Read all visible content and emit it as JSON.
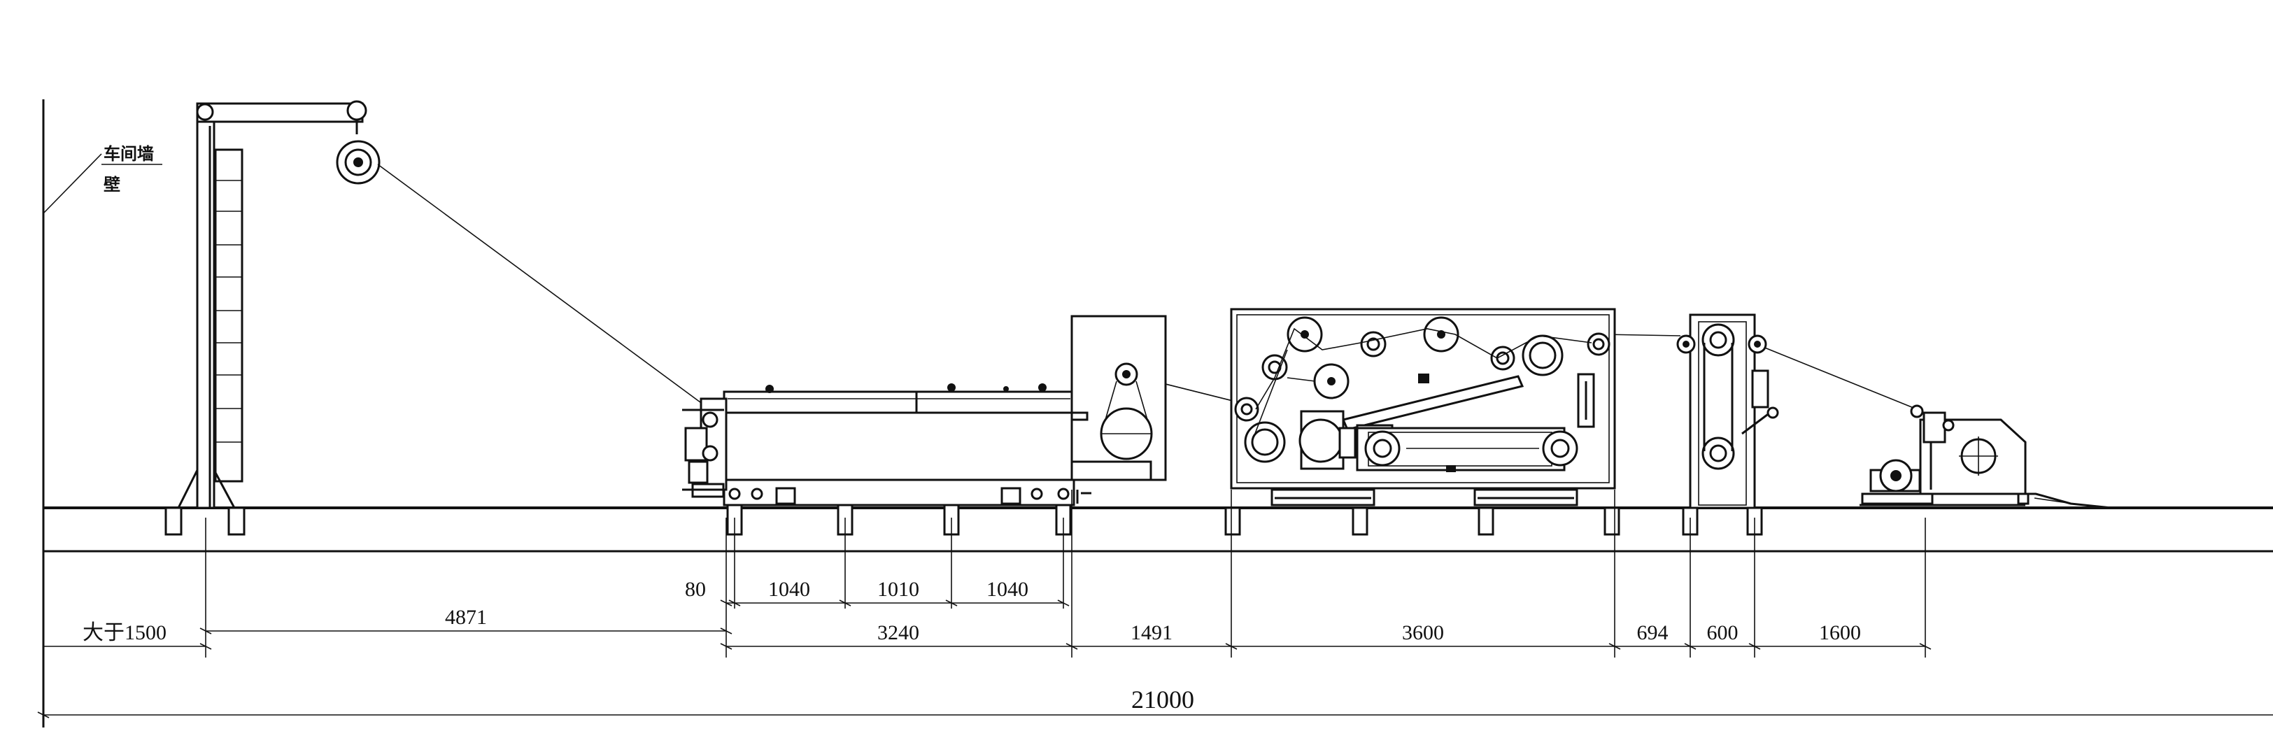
{
  "labels": {
    "wall_line1": "车间墙",
    "wall_line2": "壁"
  },
  "dimensions": {
    "wall_clearance": "大于1500",
    "payoff_to_machine": "4871",
    "machine_offset": "80",
    "leg_spacing_1": "1040",
    "leg_spacing_2": "1010",
    "leg_spacing_3": "1040",
    "machine_length": "3240",
    "gap_1": "1491",
    "annealer_length": "3600",
    "gap_2": "694",
    "capstan_width": "600",
    "gap_3": "1600",
    "total_length": "21000"
  }
}
